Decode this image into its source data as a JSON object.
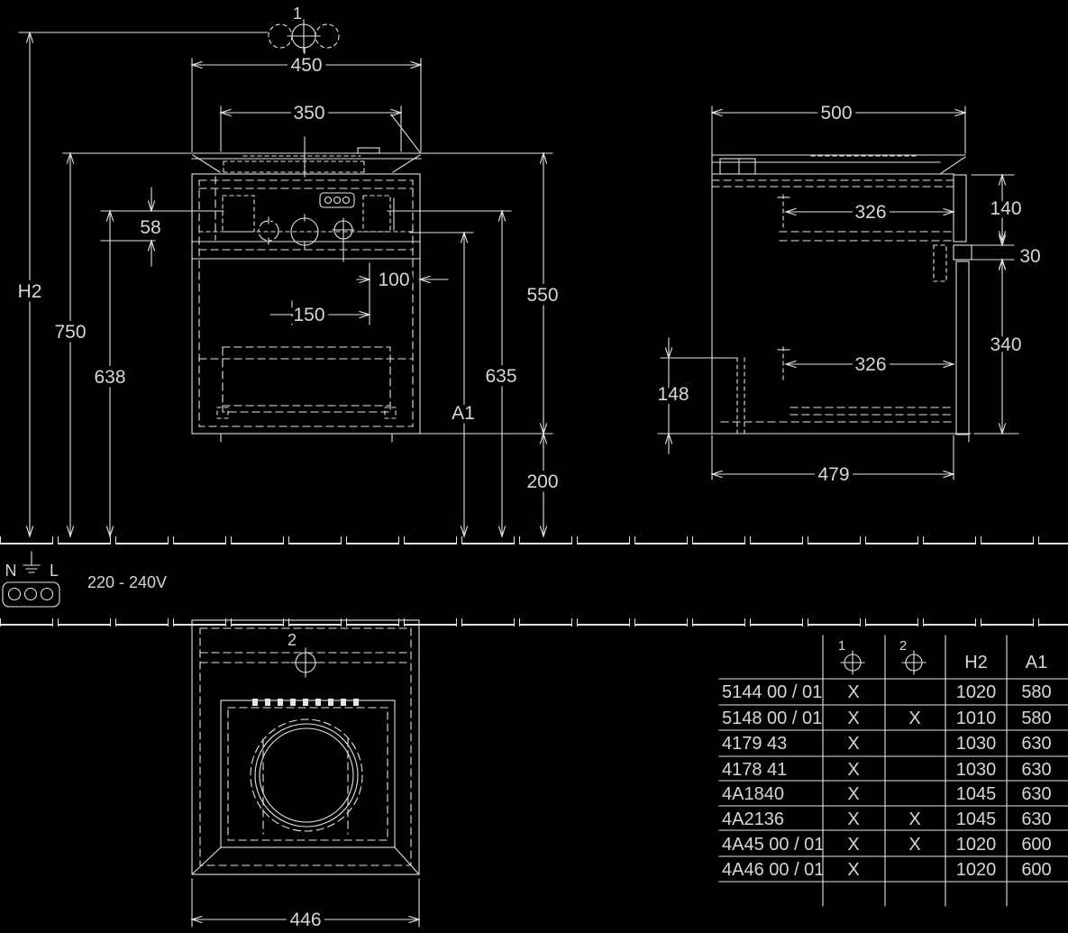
{
  "front_view": {
    "tap_symbol": "1",
    "dims": {
      "width_top": "450",
      "width_basin": "350",
      "offset_58": "58",
      "height_h2": "H2",
      "height_750": "750",
      "height_638": "638",
      "offset_100": "100",
      "offset_150": "150",
      "cabinet_height": "550",
      "height_635": "635",
      "height_a1": "A1",
      "floor_clearance": "200"
    }
  },
  "side_view": {
    "dims": {
      "depth_500": "500",
      "inner_top_326": "326",
      "front_top_140": "140",
      "gap_30": "30",
      "front_bottom_340": "340",
      "rail_148": "148",
      "inner_bottom_326": "326",
      "depth_479": "479"
    }
  },
  "bottom_view": {
    "tap_symbol": "2",
    "dims": {
      "width_446": "446"
    }
  },
  "electrical": {
    "terminal_left": "N",
    "terminal_right": "L",
    "voltage": "220 - 240V"
  },
  "table": {
    "headers": {
      "tap1": "1",
      "tap2": "2",
      "h2": "H2",
      "a1": "A1"
    },
    "rows": [
      {
        "model": "5144 00 / 01",
        "tap1": "X",
        "tap2": "",
        "h2": "1020",
        "a1": "580"
      },
      {
        "model": "5148 00 / 01",
        "tap1": "X",
        "tap2": "X",
        "h2": "1010",
        "a1": "580"
      },
      {
        "model": "4179 43",
        "tap1": "X",
        "tap2": "",
        "h2": "1030",
        "a1": "630"
      },
      {
        "model": "4178 41",
        "tap1": "X",
        "tap2": "",
        "h2": "1030",
        "a1": "630"
      },
      {
        "model": "4A1840",
        "tap1": "X",
        "tap2": "",
        "h2": "1045",
        "a1": "630"
      },
      {
        "model": "4A2136",
        "tap1": "X",
        "tap2": "X",
        "h2": "1045",
        "a1": "630"
      },
      {
        "model": "4A45 00 / 01",
        "tap1": "X",
        "tap2": "X",
        "h2": "1020",
        "a1": "600"
      },
      {
        "model": "4A46 00 / 01",
        "tap1": "X",
        "tap2": "",
        "h2": "1020",
        "a1": "600"
      }
    ]
  }
}
